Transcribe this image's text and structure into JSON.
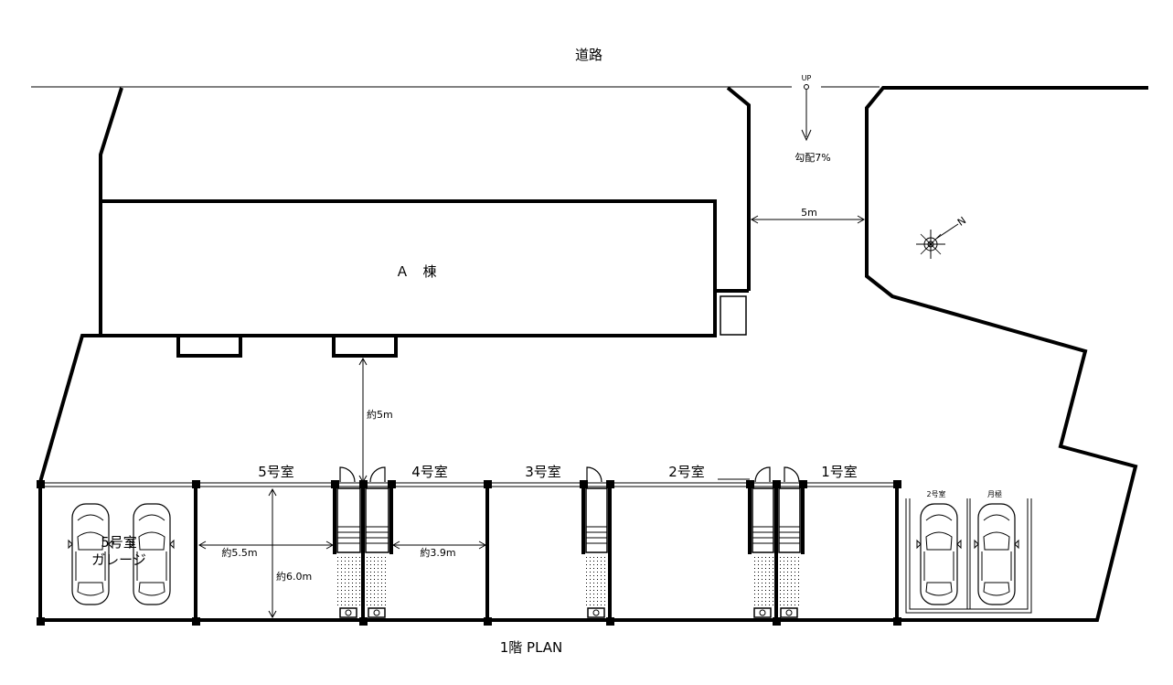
{
  "road": {
    "label": "道路"
  },
  "slope": {
    "up": "UP",
    "grade": "勾配7%"
  },
  "gap": {
    "width": "5m"
  },
  "building_a": {
    "label": "Ａ　棟"
  },
  "court": {
    "depth": "約5m"
  },
  "units": [
    {
      "id": "unit5",
      "label": "5号室"
    },
    {
      "id": "unit4",
      "label": "4号室"
    },
    {
      "id": "unit3",
      "label": "3号室"
    },
    {
      "id": "unit2",
      "label": "2号室"
    },
    {
      "id": "unit1",
      "label": "1号室"
    }
  ],
  "garage": {
    "line1": "5号室",
    "line2": "ガレージ"
  },
  "dims": {
    "unit5_width": "約5.5m",
    "unit5_depth": "約6.0m",
    "unit4_width": "約3.9m"
  },
  "parking": [
    {
      "label": "2号室"
    },
    {
      "label": "月極"
    }
  ],
  "compass": {
    "north": "N"
  },
  "footer": {
    "title": "1階 PLAN"
  }
}
